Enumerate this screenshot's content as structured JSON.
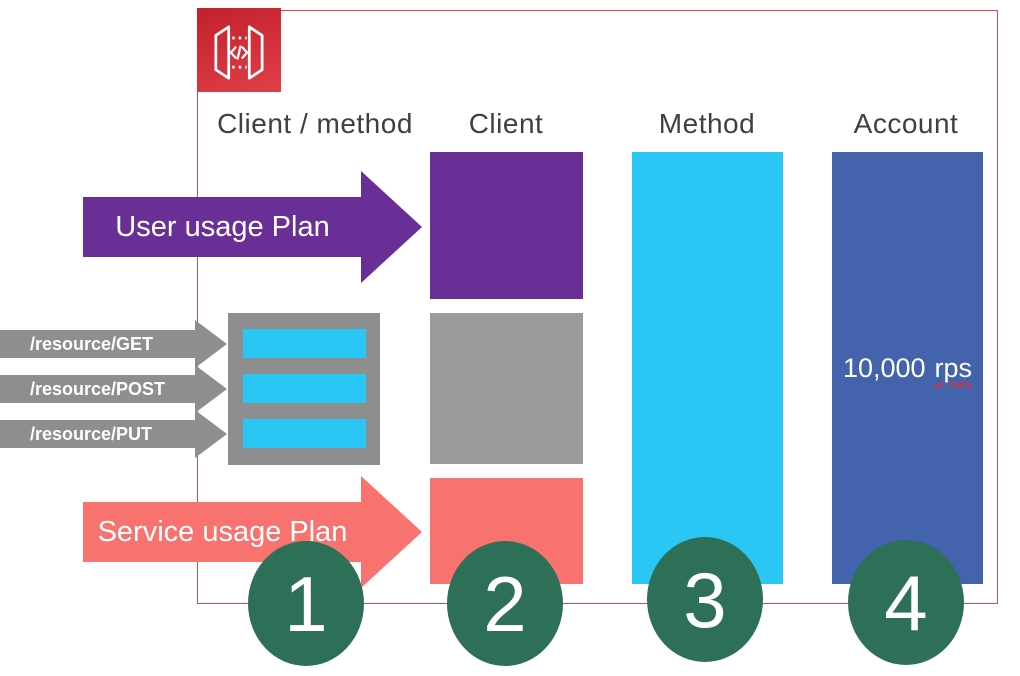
{
  "columns": [
    {
      "label": "Client / method"
    },
    {
      "label": "Client"
    },
    {
      "label": "Method"
    },
    {
      "label": "Account"
    }
  ],
  "user_plan": {
    "label": "User usage Plan",
    "color": "#6a2e97"
  },
  "service_plan": {
    "label": "Service usage Plan",
    "color": "#f8736f"
  },
  "resources": [
    {
      "label": "/resource/GET"
    },
    {
      "label": "/resource/POST"
    },
    {
      "label": "/resource/PUT"
    }
  ],
  "account": {
    "rate_value": "10,000",
    "rate_unit": "rps"
  },
  "steps": [
    {
      "number": "1"
    },
    {
      "number": "2"
    },
    {
      "number": "3"
    },
    {
      "number": "4"
    }
  ],
  "icon": {
    "name": "AWS API Gateway"
  },
  "colors": {
    "frame_border": "#e2474d",
    "icon_red": "#d6323c",
    "purple": "#6a2e97",
    "salmon": "#f8736f",
    "cyan": "#2bc7f4",
    "gray_block": "#9b9b9b",
    "gray_arrow": "#8e8e8e",
    "blue_account": "#4463ad",
    "green_badge": "#2e6f58",
    "header_text": "#3f3f3f"
  }
}
